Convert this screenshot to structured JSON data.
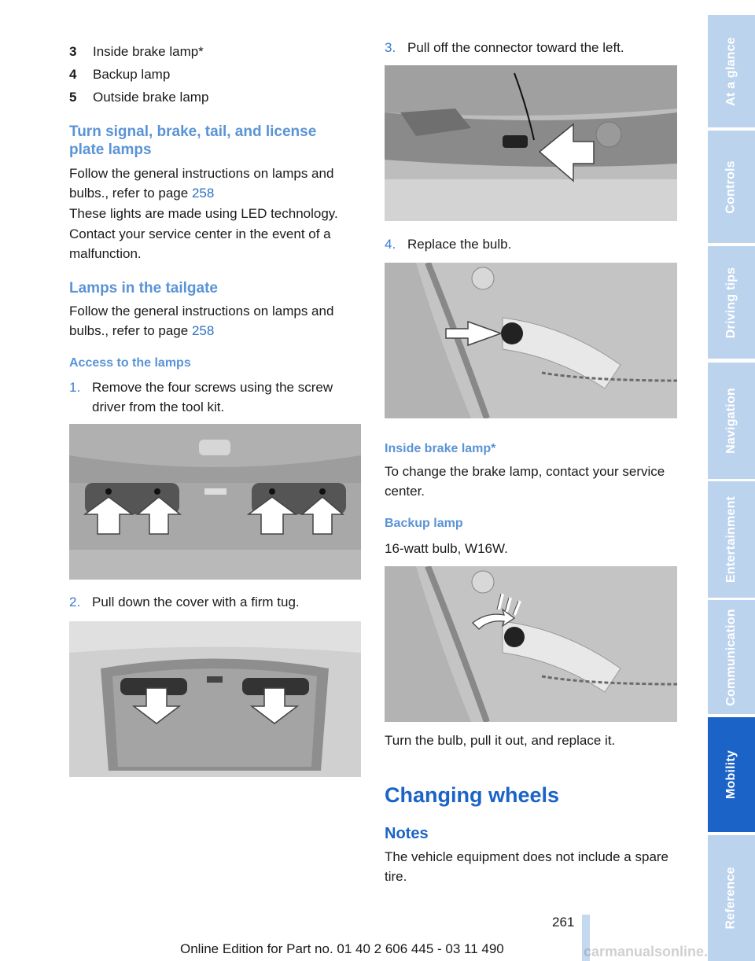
{
  "left_column": {
    "list_items": [
      {
        "num": "3",
        "text": "Inside brake lamp*"
      },
      {
        "num": "4",
        "text": "Backup lamp"
      },
      {
        "num": "5",
        "text": "Outside brake lamp"
      }
    ],
    "section_turn_signal": {
      "heading": "Turn signal, brake, tail, and license plate lamps",
      "para1_text": "Follow the general instructions on lamps and bulbs., refer to page ",
      "para1_link": "258",
      "para2": "These lights are made using LED technology.",
      "para3": "Contact your service center in the event of a malfunction."
    },
    "section_tailgate": {
      "heading": "Lamps in the tailgate",
      "para1_text": "Follow the general instructions on lamps and bulbs., refer to page ",
      "para1_link": "258"
    },
    "access_heading": "Access to the lamps",
    "step1": {
      "num": "1.",
      "text": "Remove the four screws using the screw driver from the tool kit."
    },
    "step2": {
      "num": "2.",
      "text": "Pull down the cover with a firm tug."
    }
  },
  "right_column": {
    "step3": {
      "num": "3.",
      "text": "Pull off the connector toward the left."
    },
    "step4": {
      "num": "4.",
      "text": "Replace the bulb."
    },
    "inside_brake": {
      "heading": "Inside brake lamp*",
      "text": "To change the brake lamp, contact your service center."
    },
    "backup": {
      "heading": "Backup lamp",
      "text": "16-watt bulb, W16W."
    },
    "turn_bulb_text": "Turn the bulb, pull it out, and replace it.",
    "changing_wheels": "Changing wheels",
    "notes_heading": "Notes",
    "notes_text": "The vehicle equipment does not include a spare tire."
  },
  "footer": {
    "page_number": "261",
    "online_edition": "Online Edition for Part no. 01 40 2 606 445 - 03 11 490",
    "watermark": "carmanualsonline.info"
  },
  "sidebar": {
    "tabs": [
      {
        "label": "At a glance",
        "active": false
      },
      {
        "label": "Controls",
        "active": false
      },
      {
        "label": "Driving tips",
        "active": false
      },
      {
        "label": "Navigation",
        "active": false
      },
      {
        "label": "Entertainment",
        "active": false
      },
      {
        "label": "Communication",
        "active": false
      },
      {
        "label": "Mobility",
        "active": true
      },
      {
        "label": "Reference",
        "active": false
      }
    ]
  },
  "colors": {
    "accent": "#5a93d6",
    "link": "#2f6fc4",
    "sidebar_active": "#1b63c6",
    "sidebar_inactive": "#bcd3ee"
  }
}
